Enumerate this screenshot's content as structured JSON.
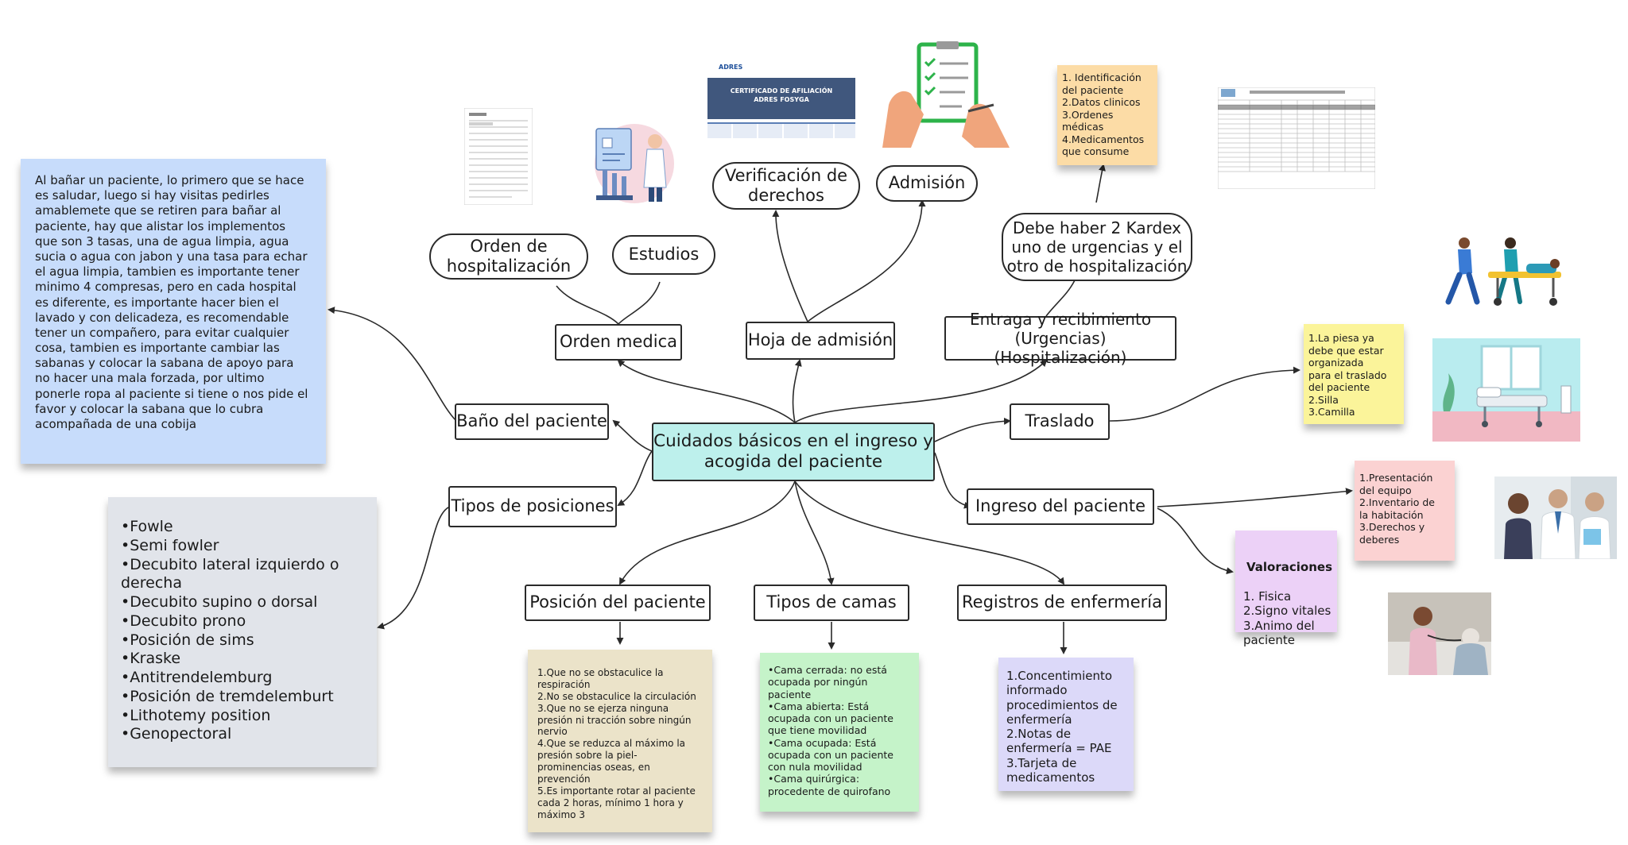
{
  "central": "Cuidados básicos en el ingreso y\nacogida del paciente",
  "branches": {
    "orden_medica": "Orden medica",
    "hoja_admision": "Hoja de admisión",
    "entrega": "Entraga y recibimiento\n(Urgencias) (Hospitalización)",
    "traslado": "Traslado",
    "ingreso": "Ingreso del paciente",
    "bano": "Baño del paciente",
    "tipos_posiciones": "Tipos de posiciones",
    "posicion": "Posición del paciente",
    "tipos_camas": "Tipos de camas",
    "registros": "Registros de enfermería"
  },
  "subnodes": {
    "orden_hosp": "Orden de\nhospitalización",
    "estudios": "Estudios",
    "verificacion": "Verificación de\nderechos",
    "admision": "Admisión",
    "kardex": "Debe haber 2 Kardex\nuno de urgencias y el\notro de hospitalización"
  },
  "notes": {
    "bano": "Al bañar un paciente, lo primero que se hace es saludar, luego si hay visitas pedirles amablemete que se retiren para bañar al paciente, hay que alistar los implementos que son 3 tasas, una de agua limpia, agua sucia o agua con jabon y una tasa para echar el agua limpia, tambien es importante tener minimo 4 compresas, pero en cada hospital es diferente, es importante hacer bien el lavado y con delicadeza, es recomendable tener un compañero, para evitar cualquier cosa, tambien es importante cambiar las sabanas y colocar la sabana de apoyo para no hacer una mala forzada, por ultimo ponerle ropa al paciente si tiene o nos pide el favor y colocar la sabana que lo cubra acompañada de una cobija",
    "posiciones": "•Fowle\n•Semi fowler\n•Decubito lateral izquierdo o\n  derecha\n•Decubito supino o dorsal\n•Decubito prono\n•Posición de sims\n•Kraske\n•Antitrendelemburg\n•Posición de tremdelemburt\n•Lithotemy position\n•Genopectoral",
    "posicion_paciente": "1.Que no se obstaculice la\n   respiración\n2.No se obstaculice la circulación\n3.Que no se ejerza ninguna\n   presión ni tracción sobre ningún\n   nervio\n4.Que se reduzca al máximo la\n   presión sobre la piel-\n   prominencias oseas, en\n   prevención\n5.Es importante rotar al paciente\n   cada 2 horas, mínimo 1 hora y\n   máximo 3",
    "camas": "•Cama cerrada: no está\n  ocupada por ningún\n  paciente\n•Cama abierta: Está\n  ocupada con un paciente\n  que tiene movilidad\n•Cama ocupada: Está\n  ocupada con un paciente\n  con nula movilidad\n•Cama quirúrgica:\n  procedente de quirofano",
    "registros": "1.Concentimiento\n   informado\n   procedimientos de\n   enfermería\n2.Notas de\n   enfermería = PAE\n3.Tarjeta de\n   medicamentos",
    "kardex": "1. Identificación\n    del paciente\n2.Datos clinicos\n3.Ordenes\n    médicas\n4.Medicamentos\n    que consume",
    "traslado": "1.La piesa ya\n  debe que estar\n  organizada\n  para el traslado\n  del paciente\n2.Silla\n3.Camilla",
    "ingreso": "1.Presentación\n  del equipo\n2.Inventario de\n  la habitación\n3.Derechos y\n  deberes",
    "valoraciones_title": "Valoraciones",
    "valoraciones": "1.  Fisica\n2.Signo vitales\n3.Animo del\n   paciente"
  },
  "cert": {
    "logo": "ADRES",
    "line1": "CERTIFICADO DE AFILIACIÓN",
    "line2": "ADRES FOSYGA"
  },
  "colors": {
    "central": "#bdf0ec",
    "note_blue": "#c7dcfb",
    "note_gray": "#e1e4ea",
    "note_tan": "#ebe3c9",
    "note_green": "#c5f3c9",
    "note_lavender": "#dcd9f9",
    "note_orange": "#fcdca6",
    "note_yellow": "#fbf49a",
    "note_pink": "#fbd2d2",
    "note_violet": "#ecd1f7",
    "line": "#2a2a2a"
  }
}
